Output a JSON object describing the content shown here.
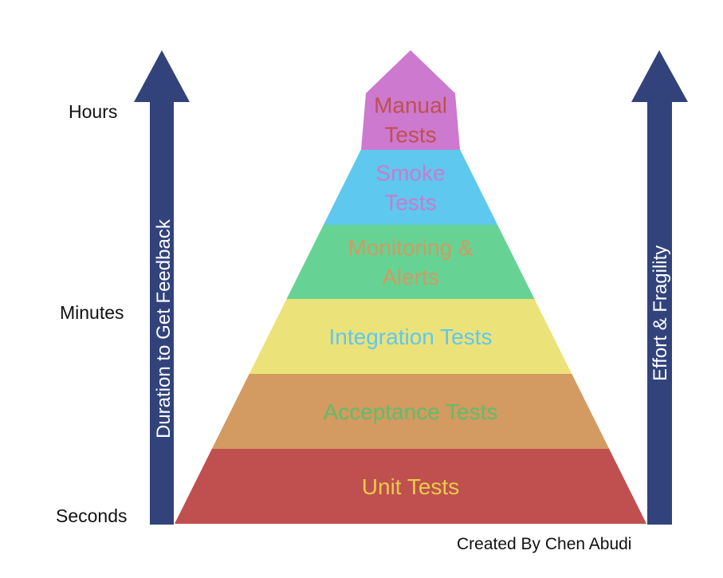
{
  "time_scale": {
    "top": "Hours",
    "middle": "Minutes",
    "bottom": "Seconds"
  },
  "left_arrow": {
    "label": "Duration to Get Feedback",
    "color": "#32437c",
    "text_color": "#ffffff"
  },
  "right_arrow": {
    "label": "Effort & Fragility",
    "color": "#32437c",
    "text_color": "#ffffff"
  },
  "pyramid": {
    "layers": [
      {
        "lines": [
          "Manual",
          "Tests"
        ],
        "fill": "#cc79cf",
        "text_color": "#c0504f"
      },
      {
        "lines": [
          "Smoke",
          "Tests"
        ],
        "fill": "#5ec8ee",
        "text_color": "#cc79cf"
      },
      {
        "lines": [
          "Monitoring &",
          "Alerts"
        ],
        "fill": "#66d394",
        "text_color": "#d39a61"
      },
      {
        "lines": [
          "Integration Tests"
        ],
        "fill": "#ece27a",
        "text_color": "#5ec8ee"
      },
      {
        "lines": [
          "Acceptance Tests"
        ],
        "fill": "#d39a61",
        "text_color": "#5fbd6a"
      },
      {
        "lines": [
          "Unit Tests"
        ],
        "fill": "#c0504f",
        "text_color": "#e8cc48"
      }
    ]
  },
  "credit": "Created By Chen Abudi"
}
